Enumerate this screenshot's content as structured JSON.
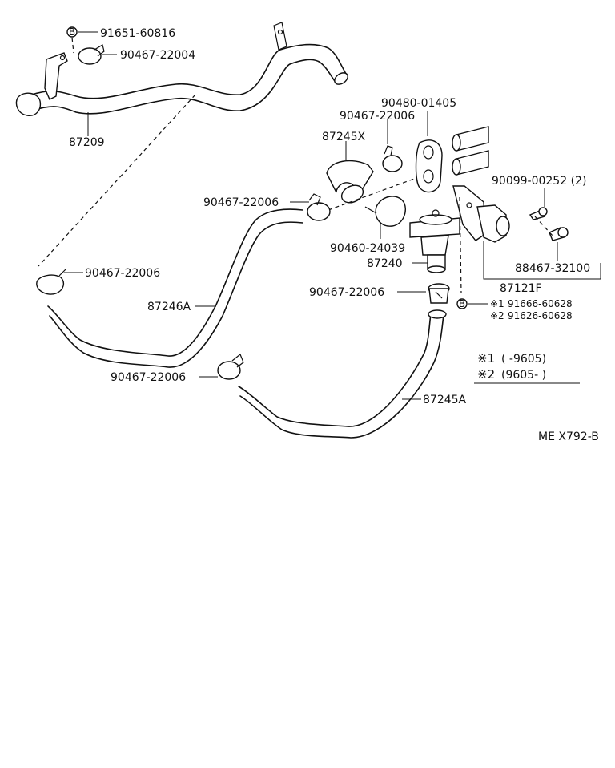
{
  "diagram": {
    "callouts": {
      "c91651": "91651-60816",
      "c90467_22004": "90467-22004",
      "c87209": "87209",
      "c90480": "90480-01405",
      "c90467_a": "90467-22006",
      "c87245x": "87245X",
      "c90467_b": "90467-22006",
      "c90099": "90099-00252 (2)",
      "c90460": "90460-24039",
      "c87240": "87240",
      "c88467": "88467-32100",
      "c90467_c": "90467-22006",
      "c87246a": "87246A",
      "c87121f": "87121F",
      "c90467_d": "90467-22006",
      "c90467_e": "90467-22006",
      "c87245a": "87245A",
      "b_label": "B",
      "b_label2": "B"
    },
    "alt_parts": {
      "line1_mark": "※1",
      "line1_part": "91666-60628",
      "line2_mark": "※2",
      "line2_part": "91626-60628"
    },
    "legend": {
      "row1_mark": "※1",
      "row1_range": "(       -9605)",
      "row2_mark": "※2",
      "row2_range": "(9605-        )"
    },
    "figure_code": "ME X792-B"
  }
}
